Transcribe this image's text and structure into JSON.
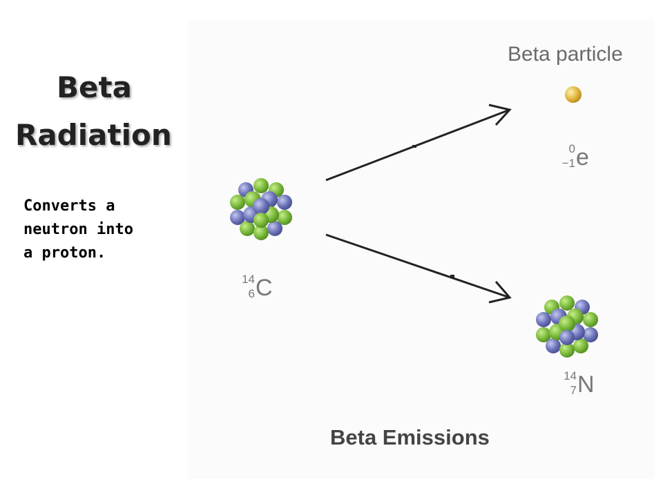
{
  "title": {
    "line1": "Beta",
    "line2": "Radiation"
  },
  "description": {
    "line1": "Converts a",
    "line2": "neutron into",
    "line3": "a proton."
  },
  "figure": {
    "beta_particle_label": "Beta particle",
    "caption": "Beta Emissions",
    "parent": {
      "mass": "14",
      "atomic": "6",
      "symbol": "C"
    },
    "electron": {
      "mass": "0",
      "atomic": "−1",
      "symbol": "e"
    },
    "daughter": {
      "mass": "14",
      "atomic": "7",
      "symbol": "N"
    }
  },
  "colors": {
    "proton": "#7ab83a",
    "neutron": "#6b72b8",
    "beta_particle": "#e2b640",
    "arrow": "#222222"
  }
}
